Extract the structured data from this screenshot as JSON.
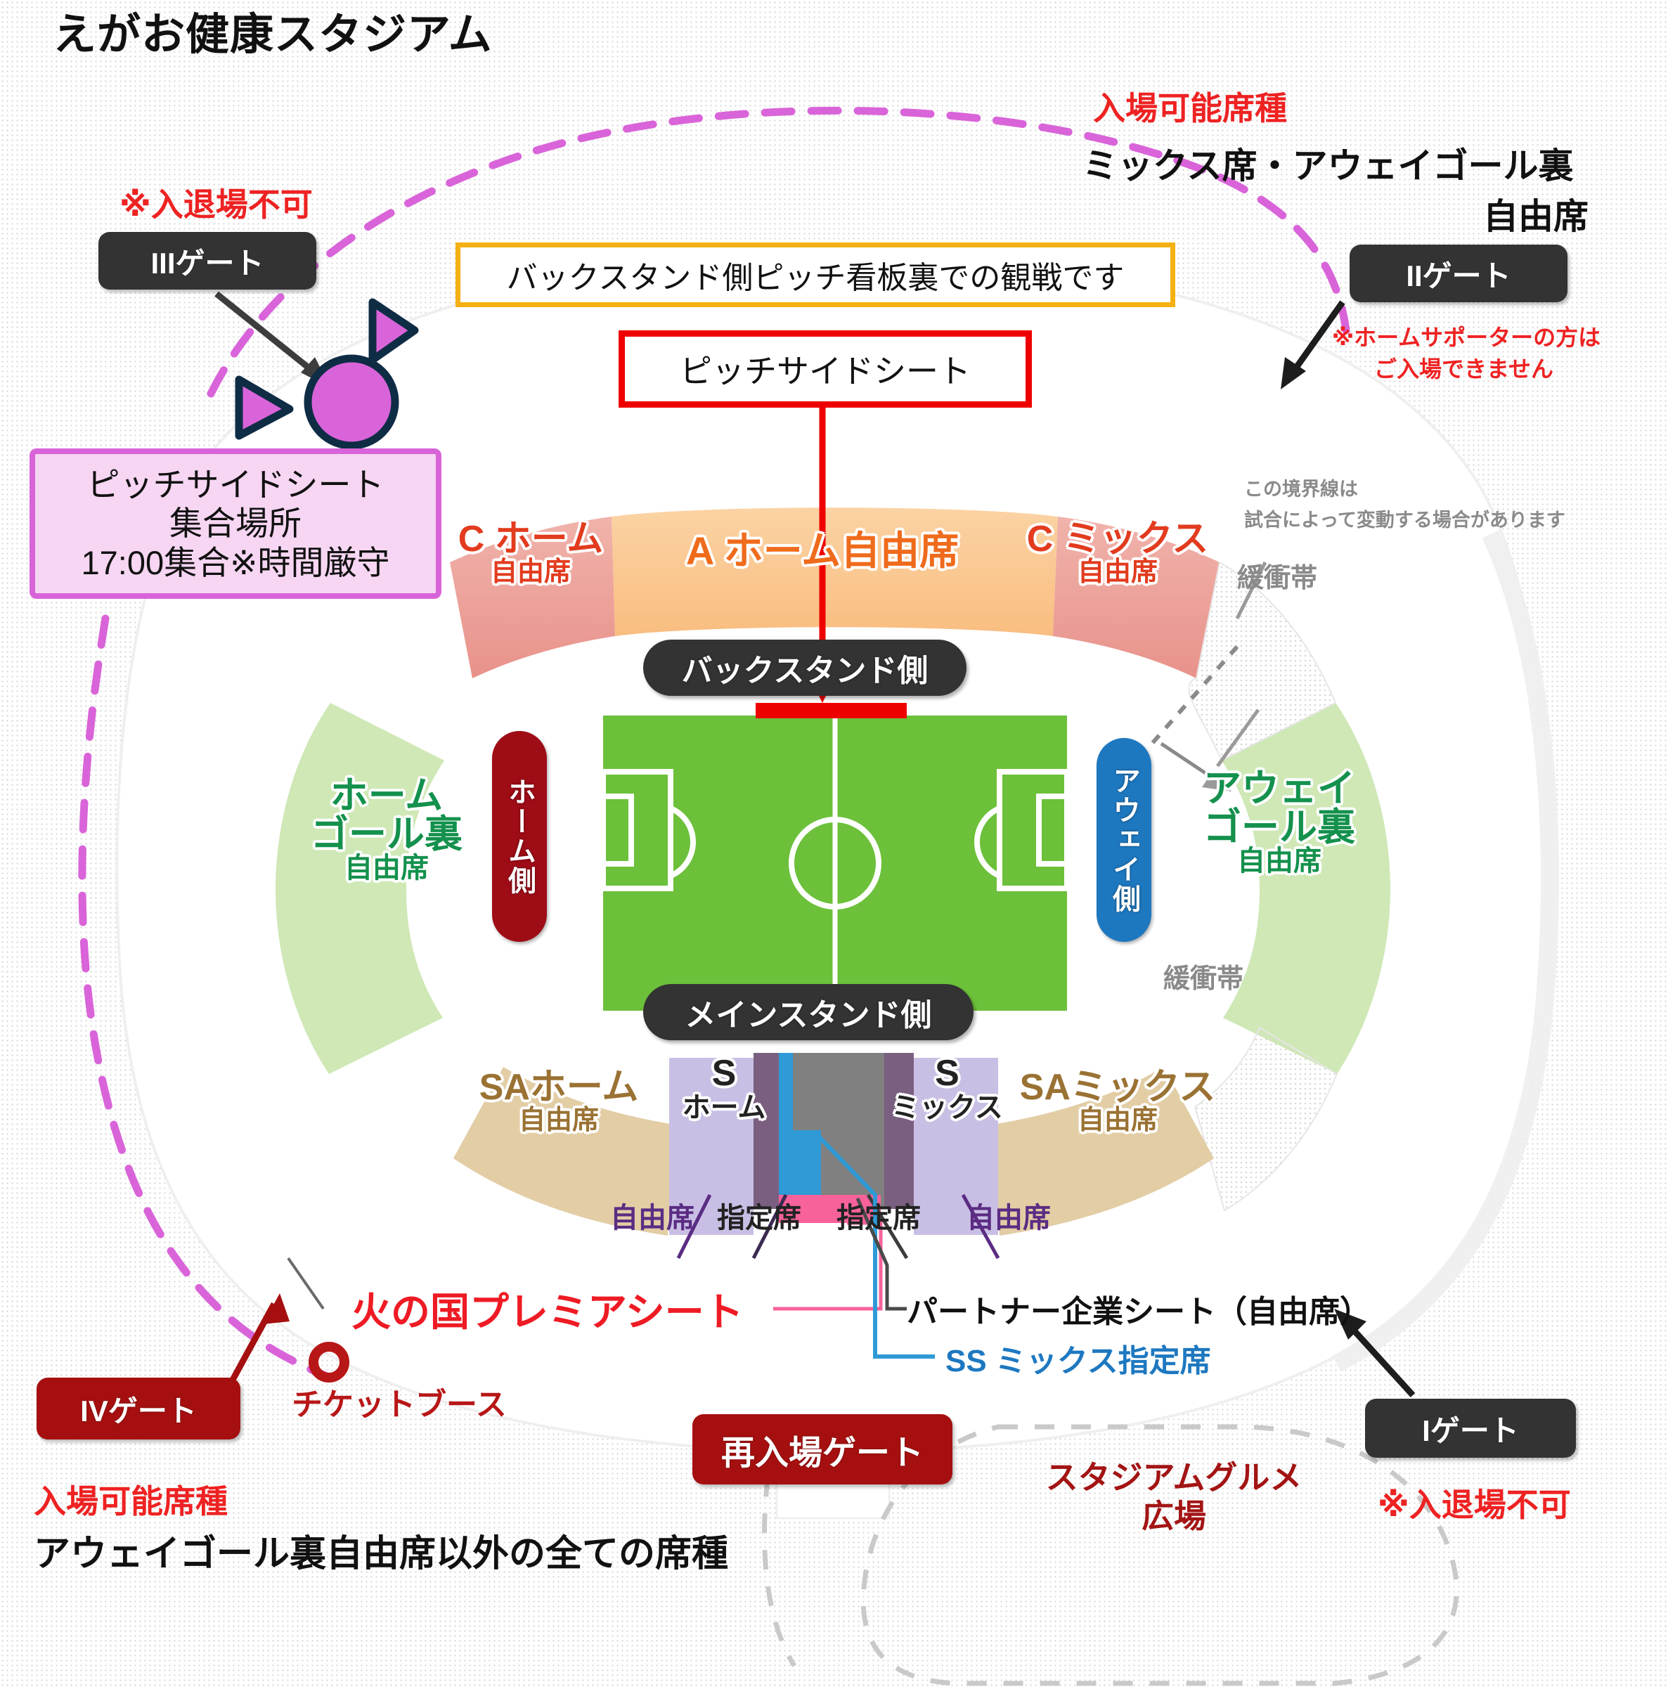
{
  "title": "えがお健康スタジアム",
  "gates": {
    "gate3": {
      "label": "IIIゲート",
      "note": "※入退場不可"
    },
    "gate2": {
      "label": "IIゲート",
      "entry_heading": "入場可能席種",
      "entry_types_line1": "ミックス席・アウェイゴール裏",
      "entry_types_line2": "自由席",
      "warning_line1": "※ホームサポーターの方は",
      "warning_line2": "ご入場できません"
    },
    "gate4": {
      "label": "IVゲート",
      "entry_heading": "入場可能席種",
      "entry_types": "アウェイゴール裏自由席以外の全ての席種"
    },
    "gate1": {
      "label": "Iゲート",
      "note": "※入退場不可"
    },
    "reentry": {
      "label": "再入場ゲート"
    }
  },
  "callouts": {
    "backstand_note": "バックスタンド側ピッチ看板裏での観戦です",
    "pitchside_seat": "ピッチサイドシート",
    "meeting": {
      "line1": "ピッチサイドシート",
      "line2": "集合場所",
      "line3": "17:00集合※時間厳守"
    }
  },
  "stand_sides": {
    "back": "バックスタンド側",
    "main": "メインスタンド側",
    "home": "ホーム側",
    "away": "アウェイ側"
  },
  "zones": [
    {
      "id": "c-home",
      "name": "Cホーム",
      "sub": "自由席",
      "color": "#e23b1e"
    },
    {
      "id": "a-home",
      "name": "Aホーム自由席",
      "sub": "",
      "color": "#ef6b1c"
    },
    {
      "id": "c-mix",
      "name": "Cミックス",
      "sub": "自由席",
      "color": "#e23b1e"
    },
    {
      "id": "home-goal",
      "name": "ホーム",
      "name2": "ゴール裏",
      "sub": "自由席",
      "color": "#14914d"
    },
    {
      "id": "away-goal",
      "name": "アウェイ",
      "name2": "ゴール裏",
      "sub": "自由席",
      "color": "#14914d"
    },
    {
      "id": "sa-home",
      "name": "SAホーム",
      "sub": "自由席",
      "color": "#9a7233"
    },
    {
      "id": "sa-mix",
      "name": "SAミックス",
      "sub": "自由席",
      "color": "#9a7233"
    },
    {
      "id": "s-home",
      "name": "S",
      "sub": "ホーム",
      "color": "#222222"
    },
    {
      "id": "s-mix",
      "name": "S",
      "sub": "ミックス",
      "color": "#222222"
    }
  ],
  "zone_labels": {
    "c_home_big": "C ホーム",
    "c_home_sub": "自由席",
    "a_home": "A ホーム自由席",
    "c_mix_big": "C ミックス",
    "c_mix_sub": "自由席",
    "home_goal_l1": "ホーム",
    "home_goal_l2": "ゴール裏",
    "home_goal_sub": "自由席",
    "away_goal_l1": "アウェイ",
    "away_goal_l2": "ゴール裏",
    "away_goal_sub": "自由席",
    "sa_home_big": "SAホーム",
    "sa_home_sub": "自由席",
    "sa_mix_big": "SAミックス",
    "sa_mix_sub": "自由席",
    "s_home_big": "S",
    "s_home_sub": "ホーム",
    "s_mix_big": "S",
    "s_mix_sub": "ミックス"
  },
  "buffer_notes": {
    "boundary_line1": "この境界線は",
    "boundary_line2": "試合によって変動する場合があります",
    "buffer_top": "緩衝帯",
    "buffer_bottom": "緩衝帯"
  },
  "main_stand_leaders": {
    "free_left": "自由席",
    "reserved_left": "指定席",
    "reserved_right": "指定席",
    "free_right": "自由席"
  },
  "legend": {
    "premium": "火の国プレミアシート",
    "partner": "パートナー企業シート（自由席）",
    "ss_mix": "SS ミックス指定席"
  },
  "facilities": {
    "ticket_booth": "チケットブース",
    "gourmet_line1": "スタジアムグルメ",
    "gourmet_line2": "広場"
  },
  "colors": {
    "pitch_green": "#6cc03a",
    "home_red": "#9e0c16",
    "away_blue": "#1e78c0",
    "gate_dark": "#333333",
    "gate_red": "#a50f0f",
    "alert_red": "#ee2222",
    "magenta": "#d964d9",
    "premium_pink": "#f7629b",
    "ss_blue": "#2f9ad6",
    "partner_grey": "#808080",
    "orange_border": "#f5b013",
    "zone_a_home": "#fbc88e",
    "zone_c": "#ec9a92",
    "zone_goal_green": "#cfe8b6",
    "zone_sa_tan": "#e2cda5",
    "zone_s_purple": "#7a5f80",
    "zone_free_lilac": "#c9bfe4",
    "buffer_grey": "#e0e0e0"
  }
}
